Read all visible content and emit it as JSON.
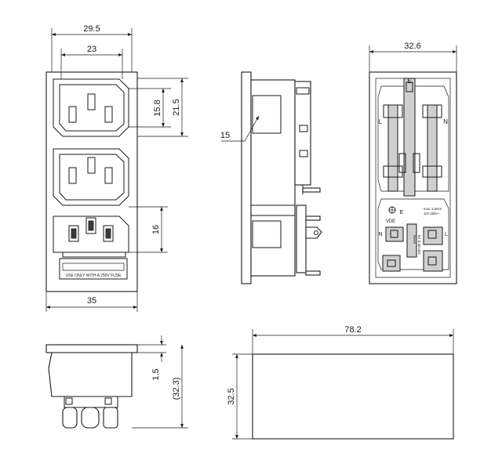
{
  "front_view": {
    "dims": {
      "outer_width": "29.5",
      "inlet_width": "23",
      "inlet_height": "15.8",
      "inlet_pitch": "21.5",
      "outlet_height": "16",
      "body_width": "35"
    },
    "fuse_label": "USE ONLY WITH A 250V FUSE"
  },
  "side_view": {
    "dims": {
      "flange": "15"
    }
  },
  "rear_view": {
    "dims": {
      "width": "32.6"
    },
    "terminal_labels": {
      "top_line": "L",
      "top_neutral": "N",
      "earth": "E",
      "earth_lower": "E",
      "bottom_neutral": "N",
      "bottom_line": "L"
    },
    "marks": {
      "vde": "VDE",
      "rating": "max. 2.5mm",
      "rating2": "10A 250V~",
      "rohs": "RoHS",
      "part_no": "BX B.301402"
    }
  },
  "bottom_view": {
    "dims": {
      "lip": "1.5",
      "depth": "(32.3)"
    }
  },
  "cutout_view": {
    "dims": {
      "width": "78.2",
      "height": "32.5"
    }
  }
}
